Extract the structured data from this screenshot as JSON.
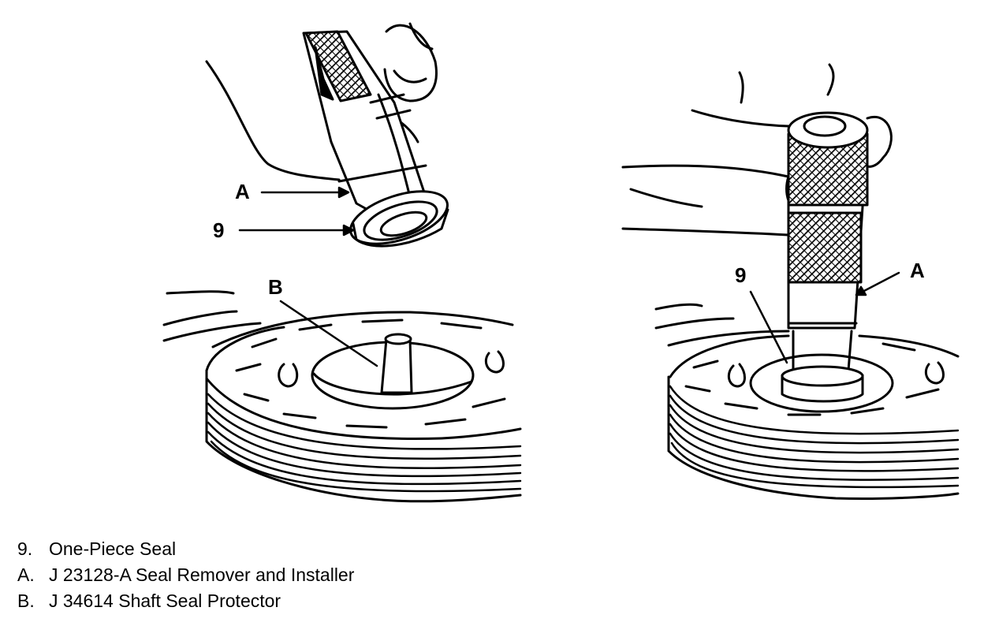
{
  "callouts": {
    "left_A": "A",
    "left_9": "9",
    "left_B": "B",
    "right_9": "9",
    "right_A": "A"
  },
  "legend": [
    {
      "key": "9.",
      "text": "One-Piece Seal"
    },
    {
      "key": "A.",
      "text": "J 23128-A Seal Remover and Installer"
    },
    {
      "key": "B.",
      "text": "J 34614 Shaft Seal Protector"
    }
  ]
}
